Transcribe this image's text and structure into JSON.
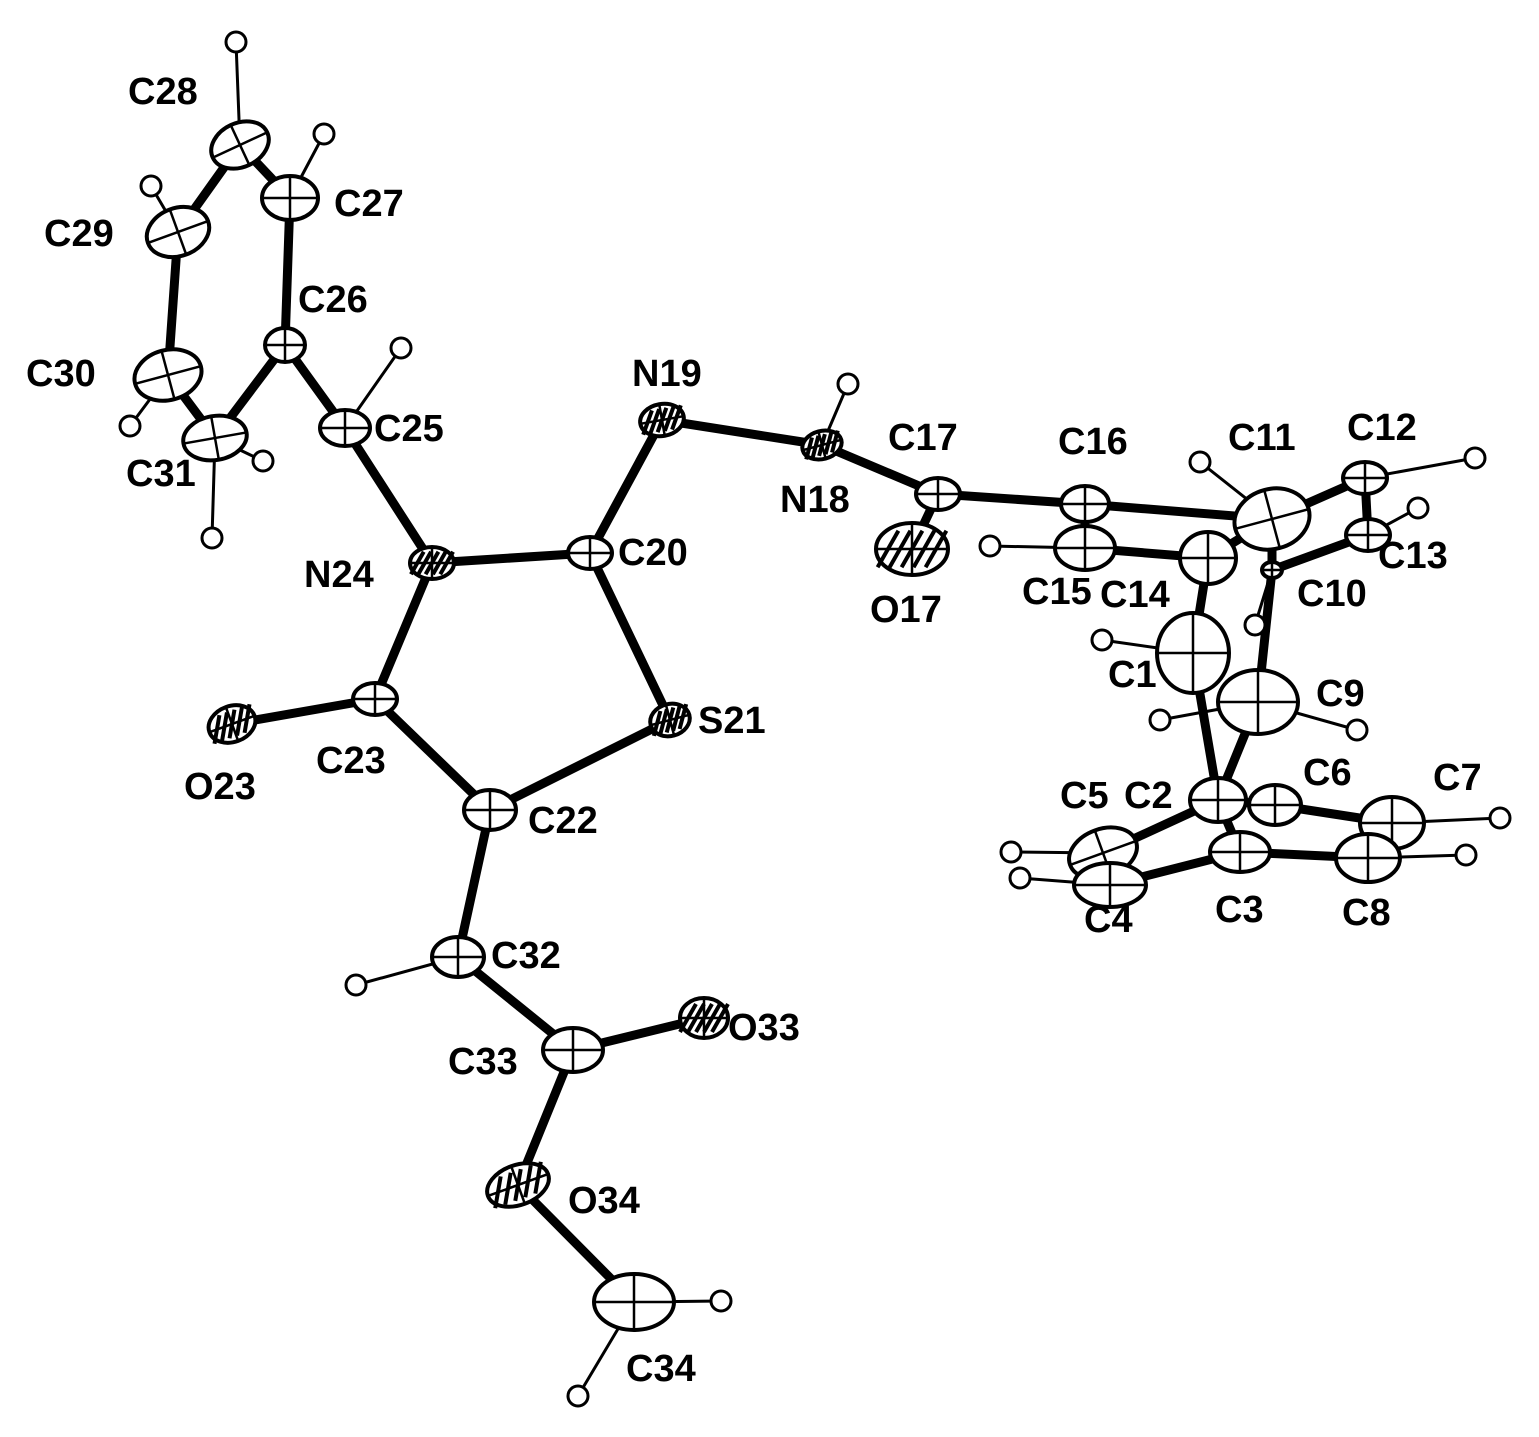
{
  "diagram": {
    "atoms": [
      {
        "id": "C28",
        "label": "C28",
        "type": "C"
      },
      {
        "id": "C27",
        "label": "C27",
        "type": "C"
      },
      {
        "id": "C29",
        "label": "C29",
        "type": "C"
      },
      {
        "id": "C26",
        "label": "C26",
        "type": "C"
      },
      {
        "id": "C30",
        "label": "C30",
        "type": "C"
      },
      {
        "id": "C25",
        "label": "C25",
        "type": "C"
      },
      {
        "id": "C31",
        "label": "C31",
        "type": "C"
      },
      {
        "id": "N19",
        "label": "N19",
        "type": "N"
      },
      {
        "id": "N18",
        "label": "N18",
        "type": "N"
      },
      {
        "id": "C17",
        "label": "C17",
        "type": "C"
      },
      {
        "id": "C16",
        "label": "C16",
        "type": "C"
      },
      {
        "id": "C11",
        "label": "C11",
        "type": "C"
      },
      {
        "id": "C12",
        "label": "C12",
        "type": "C"
      },
      {
        "id": "C13",
        "label": "C13",
        "type": "C"
      },
      {
        "id": "C20",
        "label": "C20",
        "type": "C"
      },
      {
        "id": "N24",
        "label": "N24",
        "type": "N"
      },
      {
        "id": "O17",
        "label": "O17",
        "type": "O"
      },
      {
        "id": "C15",
        "label": "C15",
        "type": "C"
      },
      {
        "id": "C14",
        "label": "C14",
        "type": "C"
      },
      {
        "id": "C10",
        "label": "C10",
        "type": "C"
      },
      {
        "id": "C1",
        "label": "C1",
        "type": "C"
      },
      {
        "id": "C9",
        "label": "C9",
        "type": "C"
      },
      {
        "id": "S21",
        "label": "S21",
        "type": "S"
      },
      {
        "id": "C23",
        "label": "C23",
        "type": "C"
      },
      {
        "id": "O23",
        "label": "O23",
        "type": "O"
      },
      {
        "id": "C22",
        "label": "C22",
        "type": "C"
      },
      {
        "id": "C5",
        "label": "C5",
        "type": "C"
      },
      {
        "id": "C2",
        "label": "C2",
        "type": "C"
      },
      {
        "id": "C6",
        "label": "C6",
        "type": "C"
      },
      {
        "id": "C7",
        "label": "C7",
        "type": "C"
      },
      {
        "id": "C4",
        "label": "C4",
        "type": "C"
      },
      {
        "id": "C3",
        "label": "C3",
        "type": "C"
      },
      {
        "id": "C8",
        "label": "C8",
        "type": "C"
      },
      {
        "id": "C32",
        "label": "C32",
        "type": "C"
      },
      {
        "id": "O33",
        "label": "O33",
        "type": "O"
      },
      {
        "id": "C33",
        "label": "C33",
        "type": "C"
      },
      {
        "id": "O34",
        "label": "O34",
        "type": "O"
      },
      {
        "id": "C34",
        "label": "C34",
        "type": "C"
      }
    ],
    "bonds": [
      [
        "C28",
        "C27"
      ],
      [
        "C28",
        "C29"
      ],
      [
        "C29",
        "C30"
      ],
      [
        "C30",
        "C31"
      ],
      [
        "C31",
        "C26"
      ],
      [
        "C26",
        "C27"
      ],
      [
        "C26",
        "C25"
      ],
      [
        "C25",
        "N24"
      ],
      [
        "N24",
        "C20"
      ],
      [
        "N24",
        "C23"
      ],
      [
        "C20",
        "N19"
      ],
      [
        "C20",
        "S21"
      ],
      [
        "N19",
        "N18"
      ],
      [
        "N18",
        "C17"
      ],
      [
        "C17",
        "O17"
      ],
      [
        "C17",
        "C16"
      ],
      [
        "C16",
        "C11"
      ],
      [
        "C16",
        "C15"
      ],
      [
        "C15",
        "C14"
      ],
      [
        "C14",
        "C11"
      ],
      [
        "C11",
        "C12"
      ],
      [
        "C11",
        "C10"
      ],
      [
        "C12",
        "C13"
      ],
      [
        "C13",
        "C10"
      ],
      [
        "C10",
        "C9"
      ],
      [
        "C14",
        "C1"
      ],
      [
        "C1",
        "C2"
      ],
      [
        "C9",
        "C2"
      ],
      [
        "C2",
        "C6"
      ],
      [
        "C2",
        "C5"
      ],
      [
        "C5",
        "C4"
      ],
      [
        "C4",
        "C3"
      ],
      [
        "C3",
        "C2"
      ],
      [
        "C6",
        "C7"
      ],
      [
        "C7",
        "C8"
      ],
      [
        "C8",
        "C3"
      ],
      [
        "C23",
        "O23"
      ],
      [
        "C23",
        "C22"
      ],
      [
        "C22",
        "S21"
      ],
      [
        "C22",
        "C32"
      ],
      [
        "C32",
        "C33"
      ],
      [
        "C33",
        "O33"
      ],
      [
        "C33",
        "O34"
      ],
      [
        "O34",
        "C34"
      ]
    ]
  }
}
